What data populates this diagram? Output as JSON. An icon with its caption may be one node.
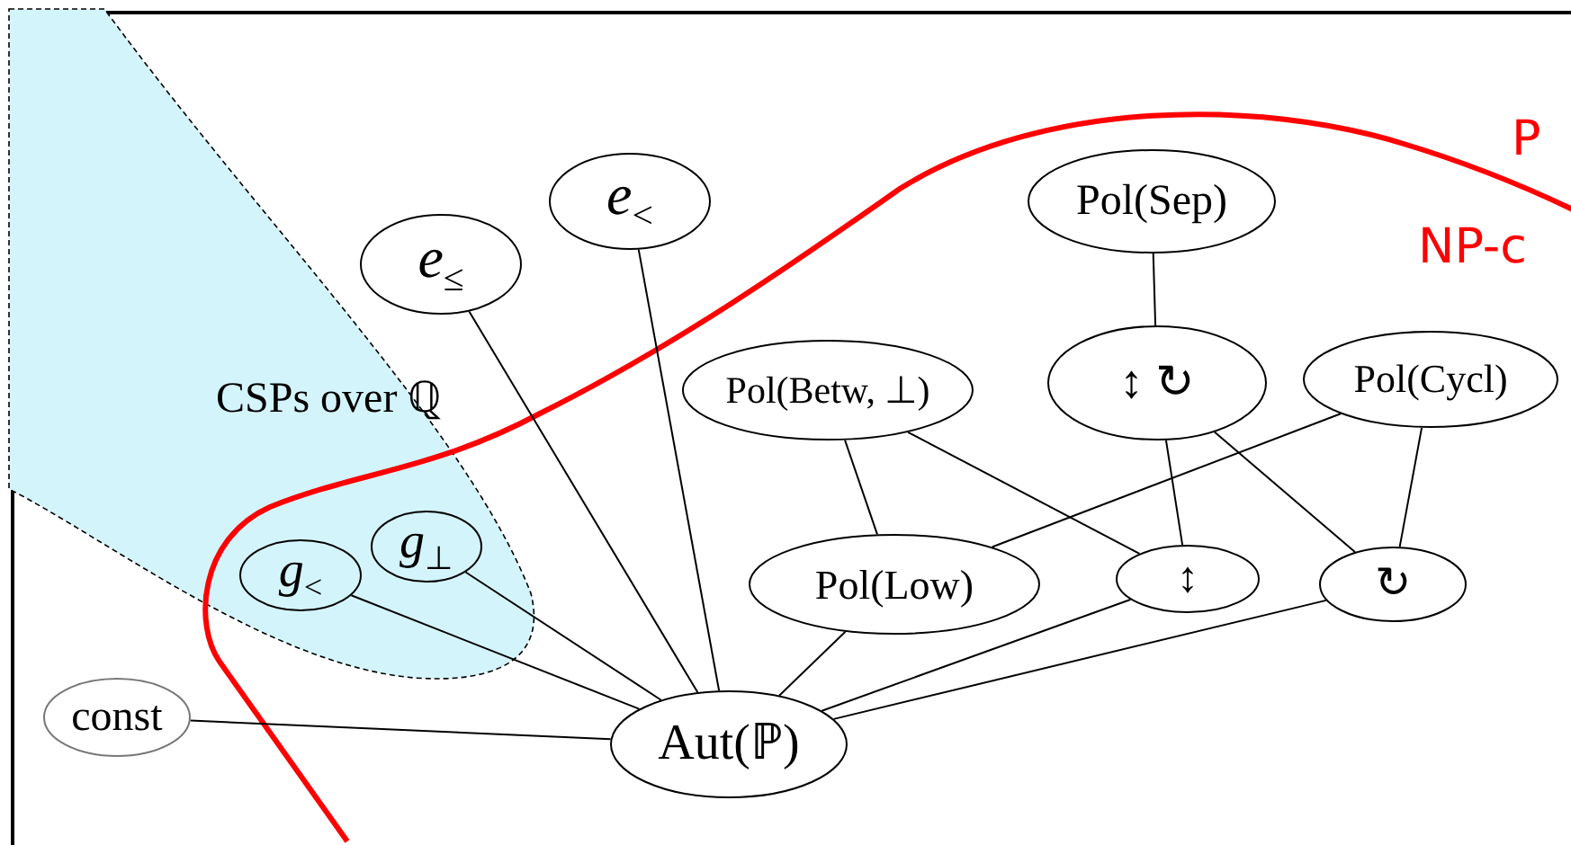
{
  "diagram": {
    "nodes": [
      {
        "text": [
          "CSPs over ℚ"
        ]
      },
      {
        "text": [
          "*e*$_{<}$"
        ]
      },
      {
        "text": [
          "Pol(Sep)"
        ]
      },
      {
        "text": [
          "*e*$_{≤}$"
        ]
      },
      {
        "text": [
          "Pol(Betw, ⊥)"
        ]
      },
      {
        "text": [
          "↕ ↻"
        ]
      },
      {
        "text": [
          "Pol(Cycl)"
        ]
      },
      {
        "text": [
          "*g*$_{⊥}$"
        ],
        "in": 0
      },
      {
        "text": [
          "*g*$_{<}$"
        ],
        "in": 0
      },
      {
        "text": [
          "Pol(Low)"
        ]
      },
      {
        "text": [
          "↕"
        ]
      },
      {
        "text": [
          "↻"
        ]
      },
      {
        "text": [
          "const"
        ]
      },
      {
        "text": [
          "Aut(ℙ)"
        ]
      }
    ],
    "edges": [
      {
        "from": 2,
        "to": 5,
        "arrow": "none"
      },
      {
        "from": 4,
        "to": 9,
        "arrow": "none"
      },
      {
        "from": 4,
        "to": 10,
        "arrow": "none"
      },
      {
        "from": 5,
        "to": 10,
        "arrow": "none"
      },
      {
        "from": 5,
        "to": 11,
        "arrow": "none"
      },
      {
        "from": 6,
        "to": 9,
        "arrow": "none"
      },
      {
        "from": 6,
        "to": 11,
        "arrow": "none"
      },
      {
        "from": 3,
        "to": 13,
        "arrow": "none"
      },
      {
        "from": 1,
        "to": 13,
        "arrow": "none"
      },
      {
        "from": 7,
        "to": 13,
        "arrow": "none"
      },
      {
        "from": 8,
        "to": 13,
        "arrow": "none"
      },
      {
        "from": 12,
        "to": 13,
        "arrow": "none"
      },
      {
        "from": 9,
        "to": 13,
        "arrow": "none"
      },
      {
        "from": 10,
        "to": 13,
        "arrow": "none"
      },
      {
        "from": 11,
        "to": 13,
        "arrow": "none"
      }
    ],
    "labels": [
      "P",
      "NP-c"
    ]
  }
}
